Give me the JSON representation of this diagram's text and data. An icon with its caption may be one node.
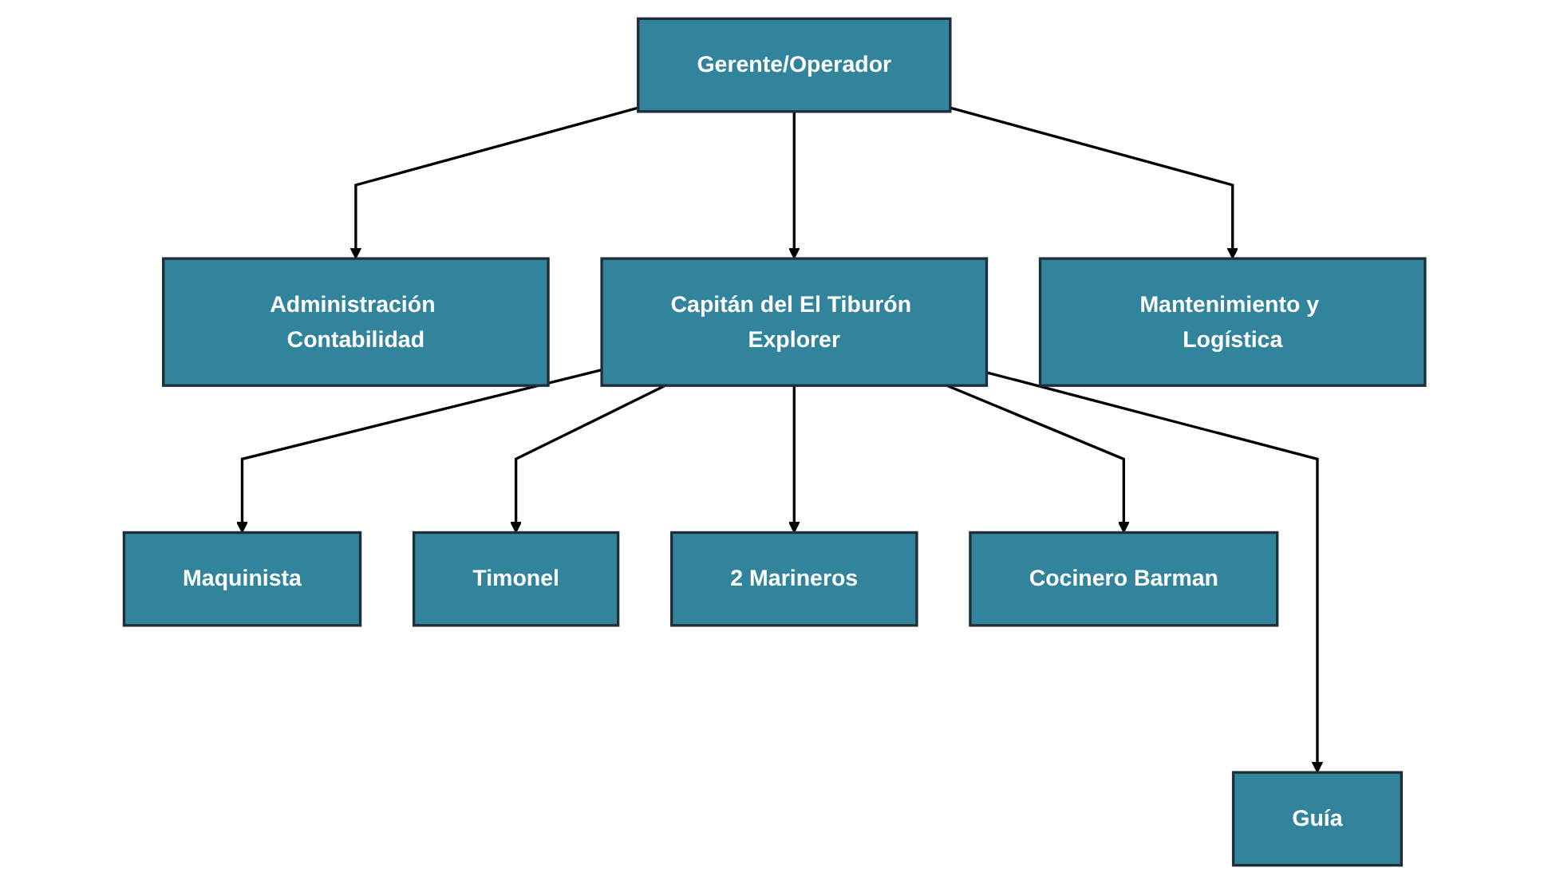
{
  "diagram": {
    "nodes": [
      {
        "text": [
          "Gerente/Operador"
        ]
      },
      {
        "text": [
          "Administración Contabilidad"
        ]
      },
      {
        "text": [
          "Capitán del El Tiburón Explorer"
        ]
      },
      {
        "text": [
          "Mantenimiento y Logística"
        ]
      },
      {
        "text": [
          "Maquinista"
        ]
      },
      {
        "text": [
          "Timonel"
        ]
      },
      {
        "text": [
          "2 Marineros"
        ]
      },
      {
        "text": [
          "Cocinero Barman"
        ]
      },
      {
        "text": [
          "Guía"
        ]
      }
    ],
    "edges": [
      {
        "from": 0,
        "to": 1,
        "arrow": "to"
      },
      {
        "from": 0,
        "to": 2,
        "arrow": "to"
      },
      {
        "from": 0,
        "to": 3,
        "arrow": "to"
      },
      {
        "from": 2,
        "to": 4,
        "arrow": "to"
      },
      {
        "from": 2,
        "to": 5,
        "arrow": "to"
      },
      {
        "from": 2,
        "to": 6,
        "arrow": "to"
      },
      {
        "from": 2,
        "to": 7,
        "arrow": "to"
      },
      {
        "from": 2,
        "to": 8,
        "arrow": "to"
      }
    ]
  }
}
